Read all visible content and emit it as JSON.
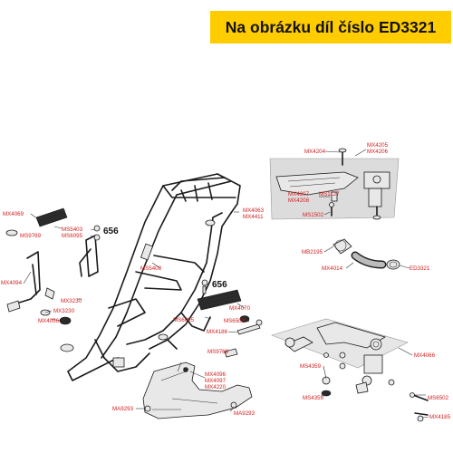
{
  "banner": {
    "text": "Na obrázku díl číslo ED3321",
    "color": "#ffcc00"
  },
  "labels": {
    "MX4069": "MX4069",
    "MS9769a": "MS9769",
    "MS5403": "MS5403",
    "MS6095a": "MS6095",
    "n656a": "656",
    "MX4094": "MX4094",
    "MX3230a": "MX3230",
    "MX3230b": "MX3230",
    "MX4056": "MX4056",
    "MS5408": "MS5408",
    "n656b": "656",
    "MX4063": "MX4063",
    "MX4411": "MX4411",
    "MX4070": "MX4070",
    "MS6095b": "MS6095",
    "MS6502a": "MS6502",
    "MX4186": "MX4186",
    "MS9769b": "MS9769",
    "MX4096": "MX4096",
    "MX4097": "MX4097",
    "MX4220": "MX4220",
    "MA9293a": "MA9293",
    "MA9293b": "MA9293",
    "MX4204": "MX4204",
    "MX4205": "MX4205",
    "MX4206": "MX4206",
    "MX4207": "MX4207",
    "MX4208": "MX4208",
    "MS1127": "MS1127",
    "MS1502": "MS1502",
    "MB2195": "MB2195",
    "MX4014": "MX4014",
    "ED3321": "ED3321",
    "MX4066": "MX4066",
    "MS4359a": "MS4359",
    "MS4359b": "MS4359",
    "MS6502b": "MS6502",
    "MX4185": "MX4185"
  },
  "icons": [
    "frame-drawing",
    "footrest-drawing",
    "stand-drawing",
    "engine-mount-drawing",
    "hose-clamp-drawing",
    "bolt-drawing",
    "belly-pan-drawing"
  ]
}
